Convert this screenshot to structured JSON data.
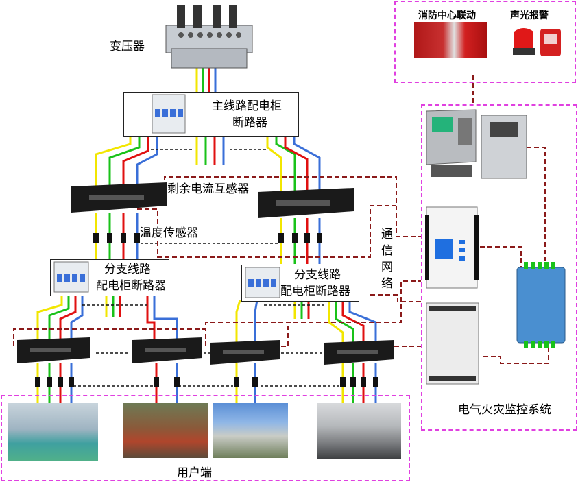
{
  "labels": {
    "transformer": "变压器",
    "main_breaker_line1": "主线路配电柜",
    "main_breaker_line2": "断路器",
    "residual_ct": "剩余电流互感器",
    "temp_sensor": "温度传感器",
    "branch_left_line1": "分支线路",
    "branch_left_line2": "配电柜断路器",
    "branch_right_line1": "分支线路",
    "branch_right_line2": "配电柜断路器",
    "comm": [
      "通",
      "信",
      "网",
      "络"
    ],
    "users": "用户端",
    "fire_system": "电气火灾监控系统",
    "fire_center": "消防中心联动",
    "alarm": "声光报警"
  },
  "colors": {
    "dash_border": "#e040e0",
    "comm_line": "#8b1a1a",
    "wire_yellow": "#f2e600",
    "wire_green": "#19c219",
    "wire_red": "#e01010",
    "wire_blue": "#3a6fd8"
  }
}
